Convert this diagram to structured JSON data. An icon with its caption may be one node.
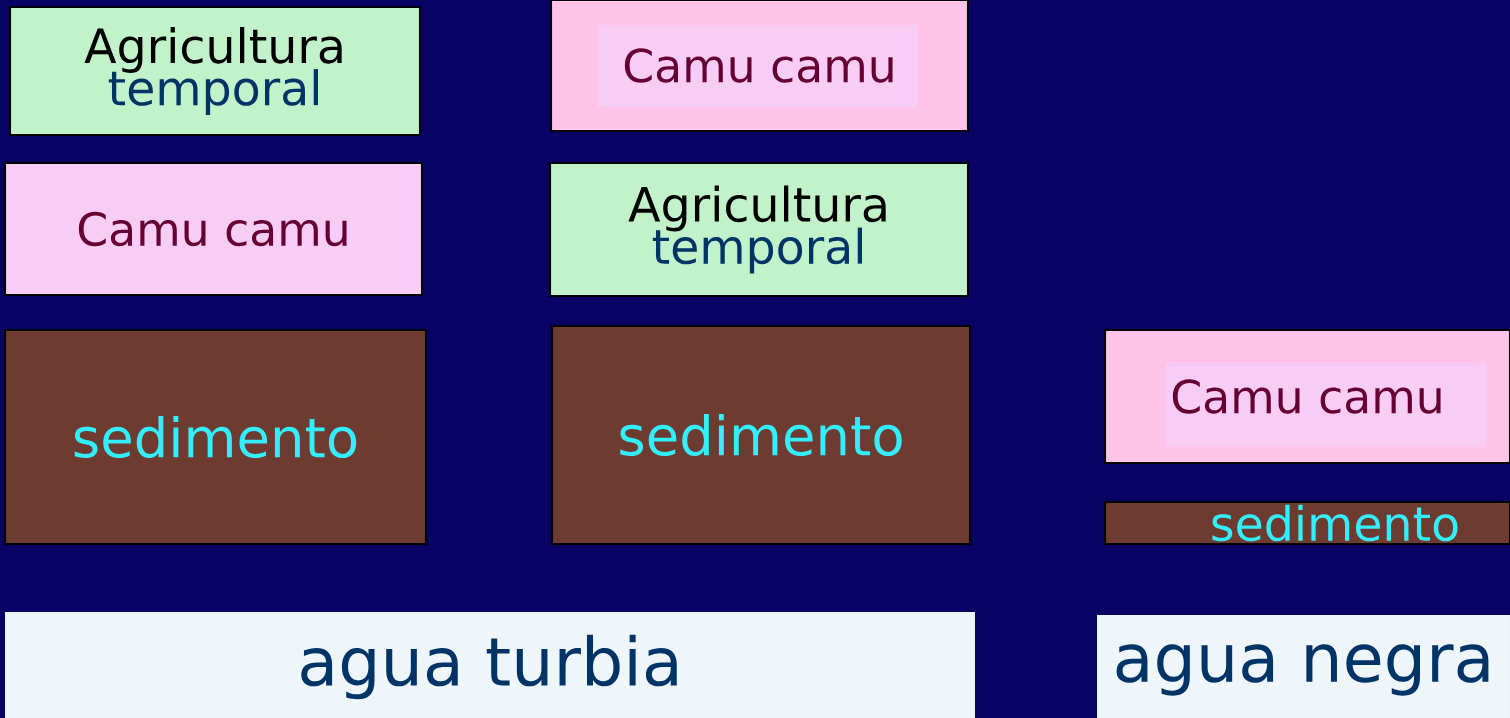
{
  "diagram": {
    "nodes": [
      {
        "text": [
          "Agricultura",
          "temporal"
        ]
      },
      {
        "text": [
          "Camu camu"
        ]
      },
      {
        "text": [
          "Camu camu"
        ]
      },
      {
        "text": [
          "Agricultura",
          "temporal"
        ]
      },
      {
        "text": [
          "sedimento"
        ]
      },
      {
        "text": [
          "sedimento"
        ]
      },
      {
        "text": [
          "Camu camu"
        ]
      },
      {
        "text": [
          "sedimento"
        ]
      },
      {
        "text": [
          "agua  turbia"
        ]
      },
      {
        "text": [
          "agua negra"
        ]
      }
    ]
  }
}
